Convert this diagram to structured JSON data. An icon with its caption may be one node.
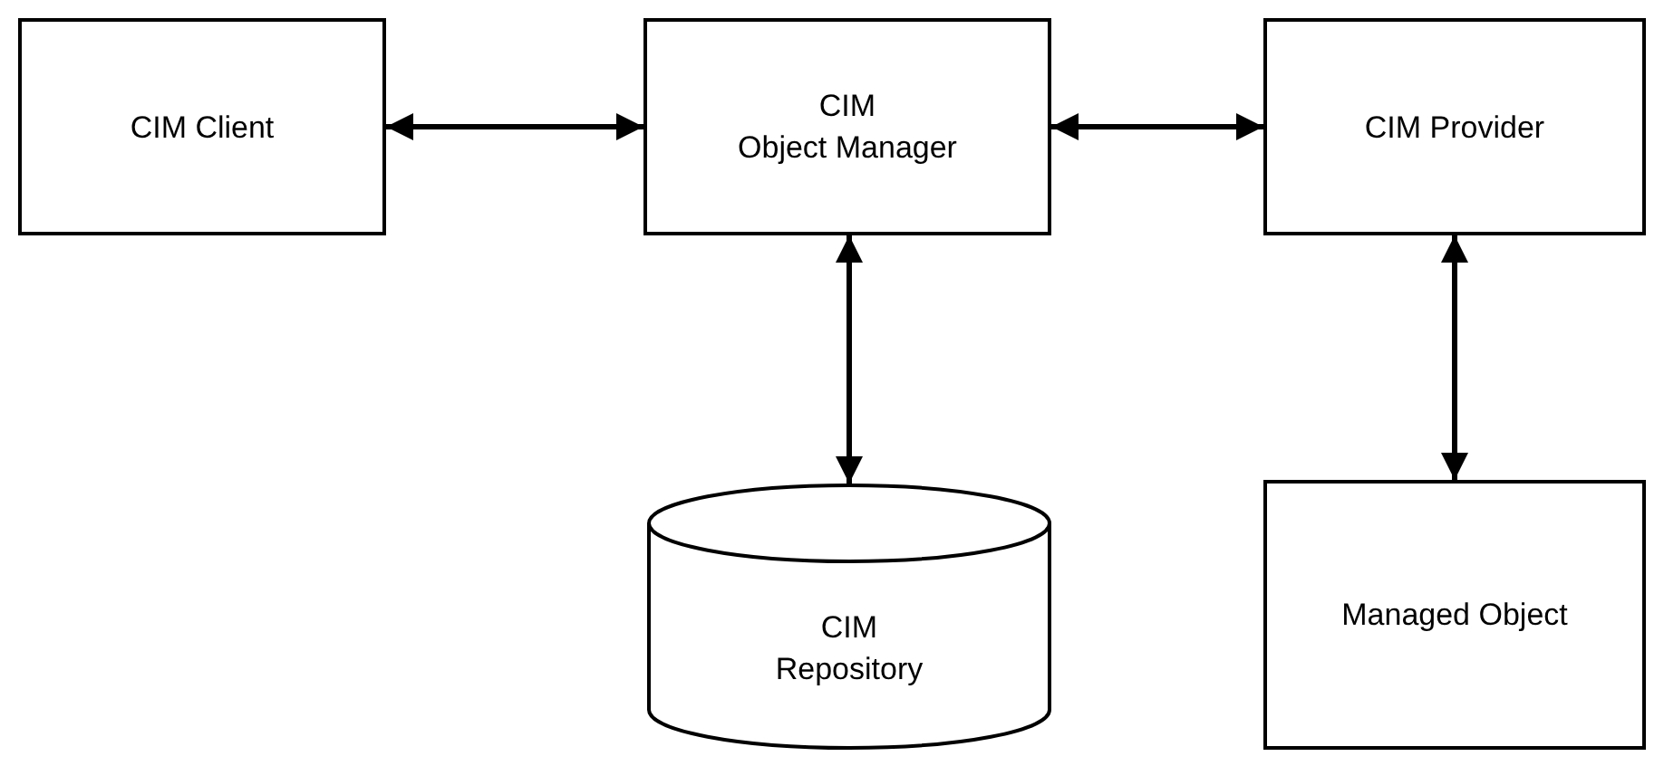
{
  "diagram": {
    "nodes": [
      {
        "text": [
          "CIM Client"
        ]
      },
      {
        "text": [
          "CIM Object Manager"
        ]
      },
      {
        "text": [
          "CIM Provider"
        ]
      },
      {
        "text": [
          "CIM Repository"
        ]
      },
      {
        "text": [
          "Managed Object"
        ]
      }
    ],
    "edges": [
      {
        "from": 0,
        "to": 1,
        "arrow": "both"
      },
      {
        "from": 1,
        "to": 2,
        "arrow": "both"
      },
      {
        "from": 1,
        "to": 3,
        "arrow": "both"
      },
      {
        "from": 2,
        "to": 4,
        "arrow": "both"
      }
    ]
  }
}
